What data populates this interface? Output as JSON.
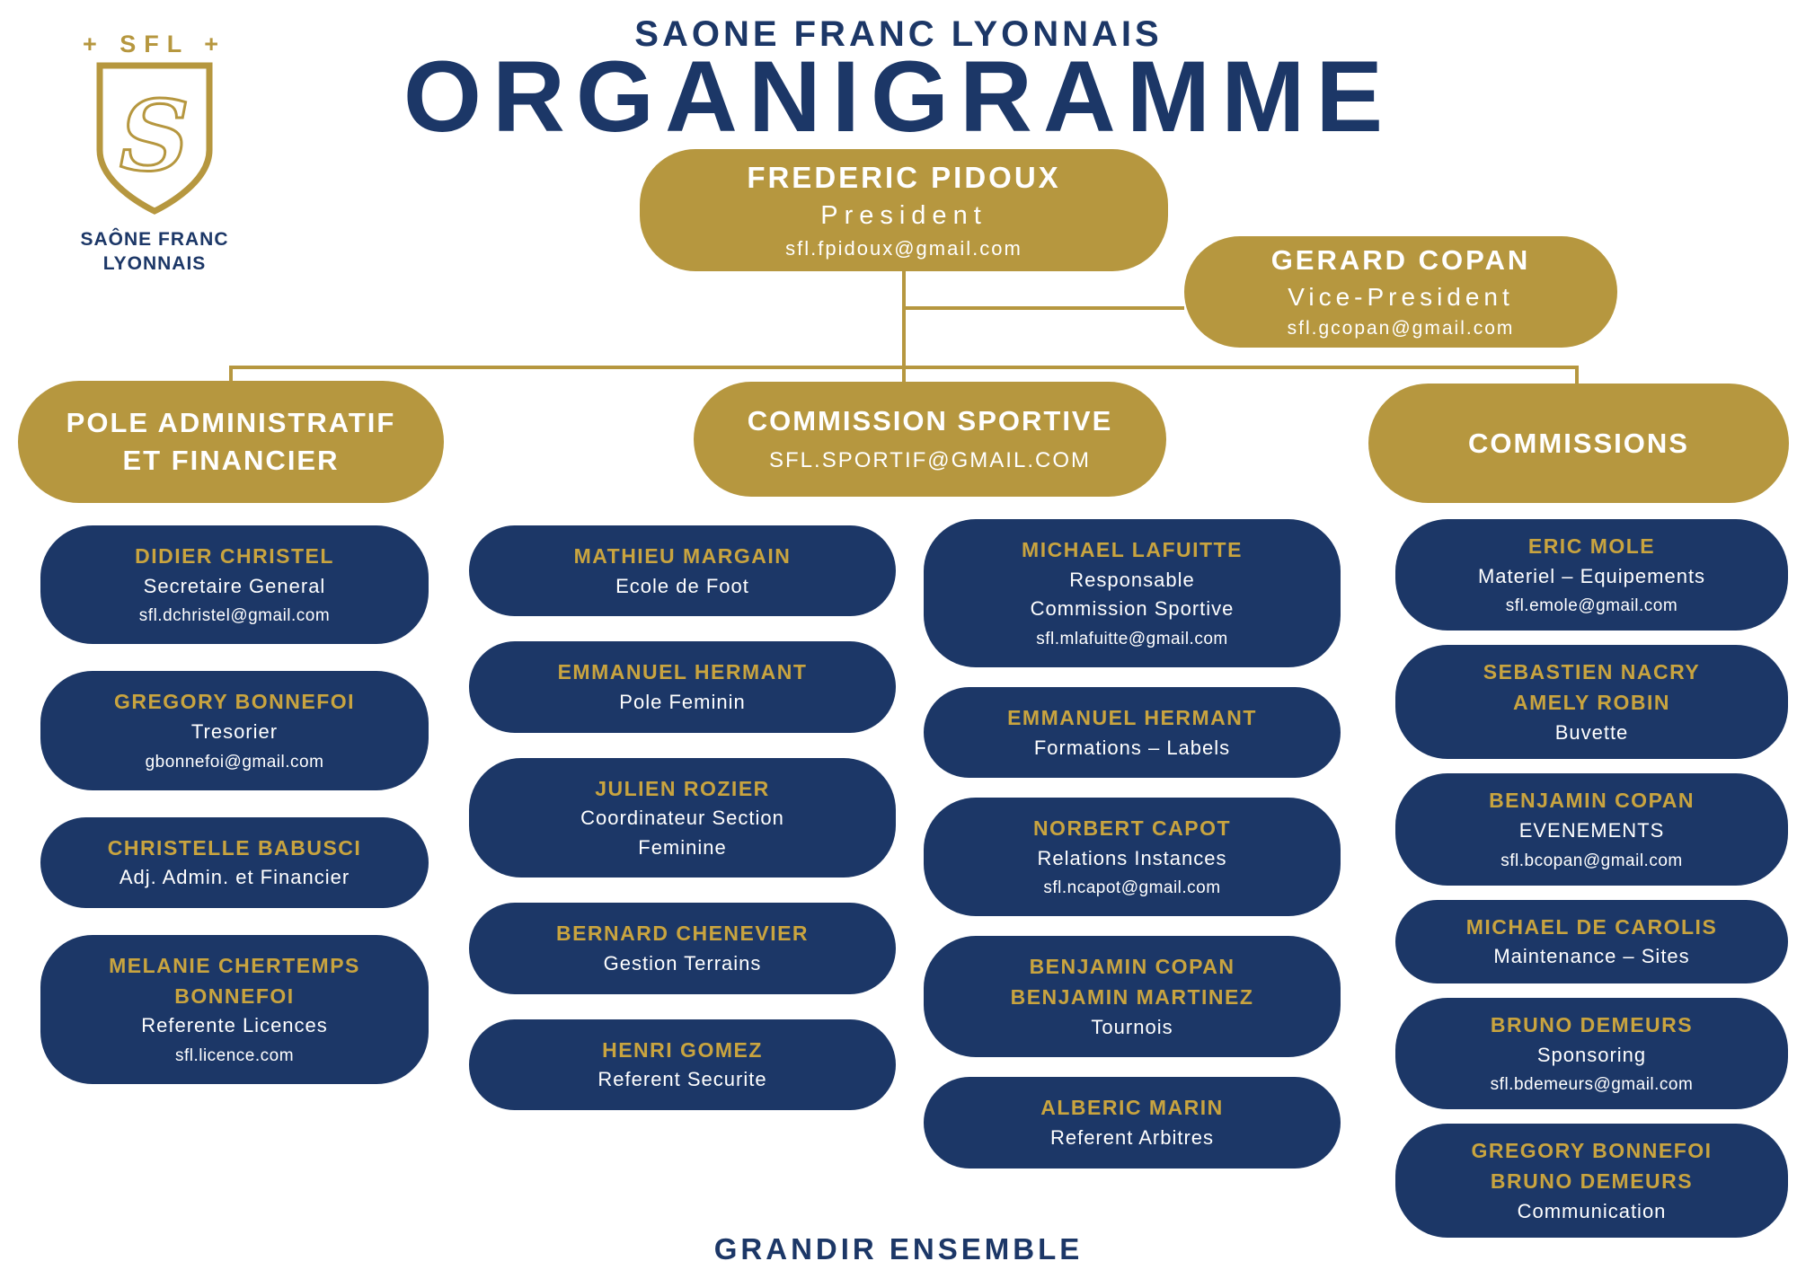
{
  "colors": {
    "navy": "#1c3767",
    "gold": "#b6973f",
    "gold_text": "#c9a43f",
    "white": "#ffffff"
  },
  "header": {
    "club_name": "SAONE FRANC LYONNAIS",
    "title": "ORGANIGRAMME"
  },
  "logo": {
    "monogram_label": "+ SFL +",
    "club_line1": "SAÔNE FRANC",
    "club_line2": "LYONNAIS"
  },
  "president": {
    "name": "FREDERIC PIDOUX",
    "role": "President",
    "email": "sfl.fpidoux@gmail.com"
  },
  "vice_president": {
    "name": "GERARD COPAN",
    "role": "Vice-President",
    "email": "sfl.gcopan@gmail.com"
  },
  "branches": [
    {
      "title": "POLE ADMINISTRATIF",
      "title2": "ET FINANCIER"
    },
    {
      "title": "COMMISSION SPORTIVE",
      "email": "SFL.SPORTIF@GMAIL.COM"
    },
    {
      "title": "COMMISSIONS"
    }
  ],
  "columns": [
    {
      "boxes": [
        {
          "name": "DIDIER CHRISTEL",
          "role": "Secretaire General",
          "email": "sfl.dchristel@gmail.com"
        },
        {
          "name": "GREGORY BONNEFOI",
          "role": "Tresorier",
          "email": "gbonnefoi@gmail.com"
        },
        {
          "name": "CHRISTELLE BABUSCI",
          "role": "Adj. Admin. et Financier"
        },
        {
          "name": "MELANIE CHERTEMPS",
          "name2": "BONNEFOI",
          "role": "Referente Licences",
          "email": "sfl.licence.com"
        }
      ]
    },
    {
      "boxes": [
        {
          "name": "MATHIEU MARGAIN",
          "role": "Ecole de Foot"
        },
        {
          "name": "EMMANUEL HERMANT",
          "role": "Pole Feminin"
        },
        {
          "name": "JULIEN ROZIER",
          "role": "Coordinateur Section",
          "role2": "Feminine"
        },
        {
          "name": "BERNARD CHENEVIER",
          "role": "Gestion Terrains"
        },
        {
          "name": "HENRI GOMEZ",
          "role": "Referent Securite"
        }
      ]
    },
    {
      "boxes": [
        {
          "name": "MICHAEL LAFUITTE",
          "role": "Responsable",
          "role2": "Commission Sportive",
          "email": "sfl.mlafuitte@gmail.com"
        },
        {
          "name": "EMMANUEL HERMANT",
          "role": "Formations – Labels"
        },
        {
          "name": "NORBERT CAPOT",
          "role": "Relations Instances",
          "email": "sfl.ncapot@gmail.com"
        },
        {
          "name": "BENJAMIN COPAN",
          "name2": "BENJAMIN MARTINEZ",
          "role": "Tournois"
        },
        {
          "name": "ALBERIC MARIN",
          "role": "Referent Arbitres"
        }
      ]
    },
    {
      "boxes": [
        {
          "name": "ERIC MOLE",
          "role": "Materiel – Equipements",
          "email": "sfl.emole@gmail.com"
        },
        {
          "name": "SEBASTIEN NACRY",
          "name2": "AMELY ROBIN",
          "role": "Buvette"
        },
        {
          "name": "BENJAMIN COPAN",
          "role": "EVENEMENTS",
          "email": "sfl.bcopan@gmail.com"
        },
        {
          "name": "MICHAEL DE CAROLIS",
          "role": "Maintenance – Sites"
        },
        {
          "name": "BRUNO DEMEURS",
          "role": "Sponsoring",
          "email": "sfl.bdemeurs@gmail.com"
        },
        {
          "name": "GREGORY BONNEFOI",
          "name2": "BRUNO DEMEURS",
          "role": "Communication"
        }
      ]
    }
  ],
  "footer": {
    "slogan": "GRANDIR ENSEMBLE"
  }
}
